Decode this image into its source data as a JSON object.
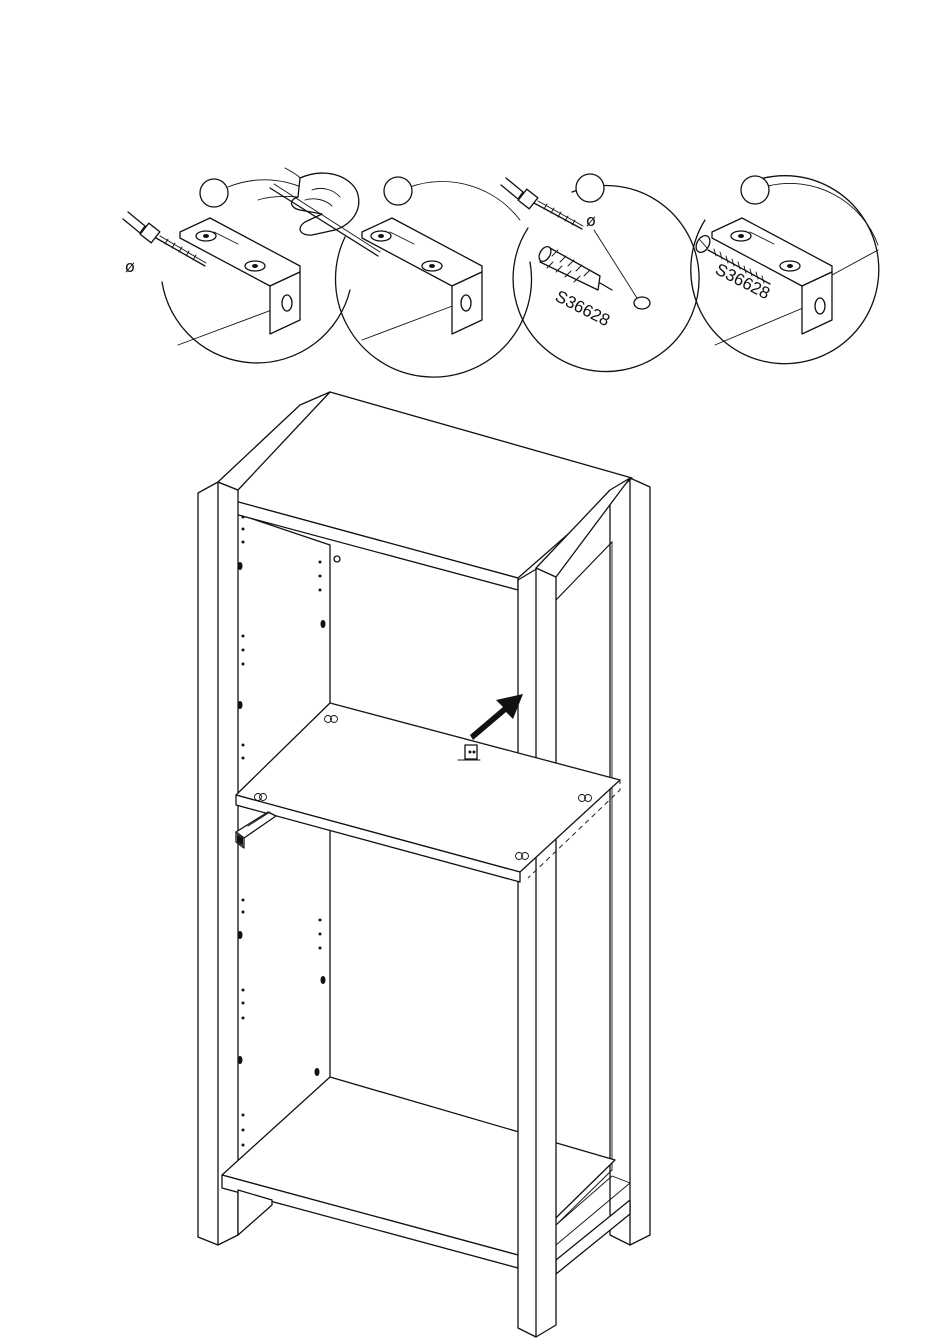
{
  "steps": [
    {
      "id": "step-1",
      "drill_symbol": "ø"
    },
    {
      "id": "step-2"
    },
    {
      "id": "step-3",
      "drill_symbol": "ø",
      "part_code": "S36628"
    },
    {
      "id": "step-4",
      "part_code": "S36628"
    }
  ],
  "icons": {
    "drill": "drill-icon",
    "hand_pencil": "hand-pencil-icon",
    "wall_plug": "wall-plug-icon",
    "screw": "screw-icon",
    "bracket": "angle-bracket-icon",
    "arrow": "insert-arrow-icon"
  },
  "main": {
    "subject": "bookcase-frame",
    "action": "insert-shelf"
  }
}
